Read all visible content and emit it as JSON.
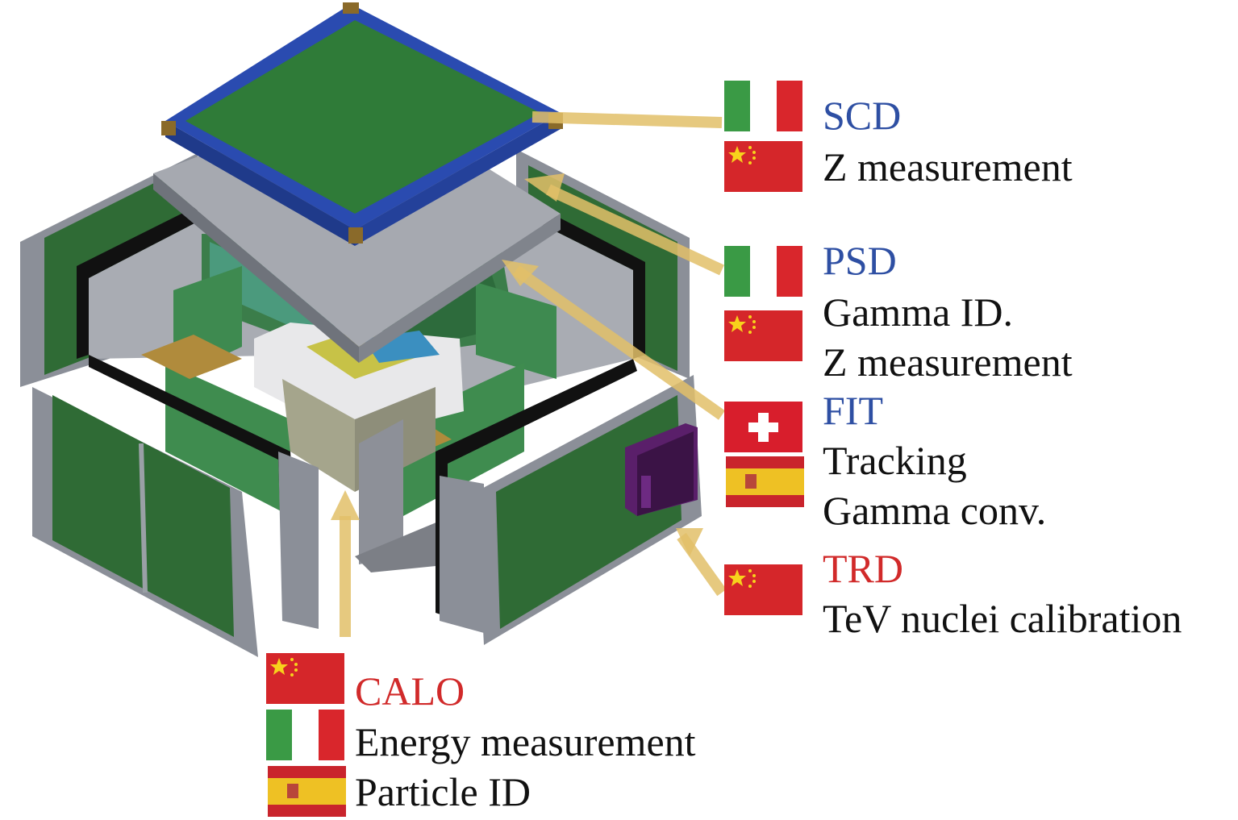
{
  "colors": {
    "blue_label": "#2e4fa3",
    "red_label": "#d12a2a",
    "arrow": "#e2c069",
    "panel_green": "#2f6b35",
    "scd_blue": "#2a4bb0",
    "trd_purple": "#5a1f6a"
  },
  "subdetectors": [
    {
      "name": "SCD",
      "lines": [
        "Z measurement"
      ],
      "flags": [
        "italy-flag",
        "china-flag"
      ]
    },
    {
      "name": "PSD",
      "lines": [
        "Gamma ID.",
        "Z measurement"
      ],
      "flags": [
        "italy-flag",
        "china-flag"
      ]
    },
    {
      "name": "FIT",
      "lines": [
        "Tracking",
        "Gamma conv."
      ],
      "flags": [
        "switzerland-flag",
        "spain-flag"
      ]
    },
    {
      "name": "TRD",
      "lines": [
        "TeV nuclei calibration"
      ],
      "flags": [
        "china-flag"
      ]
    },
    {
      "name": "CALO",
      "lines": [
        "Energy measurement",
        "Particle ID"
      ],
      "flags": [
        "china-flag",
        "italy-flag",
        "spain-flag"
      ]
    }
  ]
}
